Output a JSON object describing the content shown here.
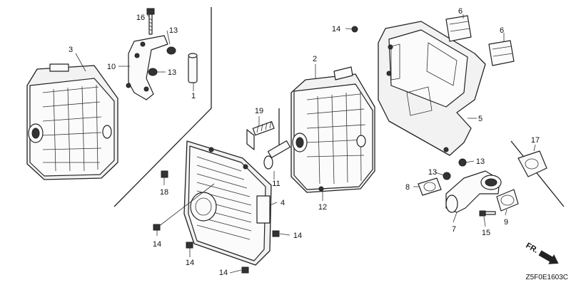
{
  "callouts": [
    {
      "id": "c1",
      "text": "1"
    },
    {
      "id": "c2",
      "text": "2"
    },
    {
      "id": "c3",
      "text": "3"
    },
    {
      "id": "c4",
      "text": "4"
    },
    {
      "id": "c5",
      "text": "5"
    },
    {
      "id": "c6a",
      "text": "6"
    },
    {
      "id": "c6b",
      "text": "6"
    },
    {
      "id": "c7",
      "text": "7"
    },
    {
      "id": "c8",
      "text": "8"
    },
    {
      "id": "c9",
      "text": "9"
    },
    {
      "id": "c10",
      "text": "10"
    },
    {
      "id": "c11",
      "text": "11"
    },
    {
      "id": "c12",
      "text": "12"
    },
    {
      "id": "c13a",
      "text": "13"
    },
    {
      "id": "c13b",
      "text": "13"
    },
    {
      "id": "c13c",
      "text": "13"
    },
    {
      "id": "c13d",
      "text": "13"
    },
    {
      "id": "c14a",
      "text": "14"
    },
    {
      "id": "c14b",
      "text": "14"
    },
    {
      "id": "c14c",
      "text": "14"
    },
    {
      "id": "c14d",
      "text": "14"
    },
    {
      "id": "c14e",
      "text": "14"
    },
    {
      "id": "c15",
      "text": "15"
    },
    {
      "id": "c16",
      "text": "16"
    },
    {
      "id": "c17",
      "text": "17"
    },
    {
      "id": "c18",
      "text": "18"
    },
    {
      "id": "c19",
      "text": "19"
    }
  ],
  "front_marker": "FR.",
  "figure_code": "Z5F0E1603C"
}
